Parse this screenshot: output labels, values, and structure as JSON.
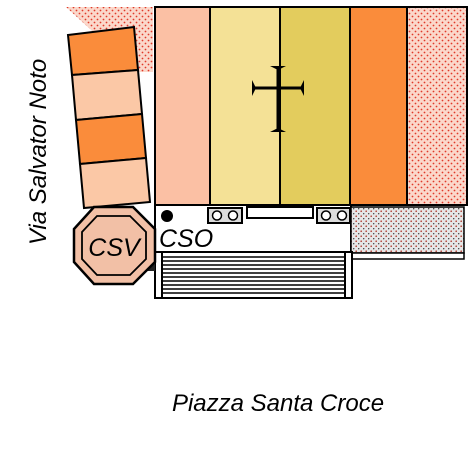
{
  "labels": {
    "street_name": "Via Salvator Noto",
    "square_name": "Piazza Santa Croce",
    "tag_csv": "CSV",
    "tag_cso": "CSO"
  },
  "icons": {
    "cross": "latin-cross-icon",
    "marker": "dot-marker-icon"
  },
  "colors": {
    "pink": "#fbc0a4",
    "orange": "#fa8c3b",
    "peach": "#fbc8a6",
    "yellow_light": "#f4e196",
    "yellow_dark": "#e3cc5d",
    "pattern_red_bg": "#fbd8cb",
    "pattern_red_dot": "#e03a2a",
    "pattern_grey_bg": "#e6e6e6",
    "pattern_grey_dot": "#b0382c",
    "csv_fill": "#f2c0a6",
    "outline": "#000000"
  }
}
